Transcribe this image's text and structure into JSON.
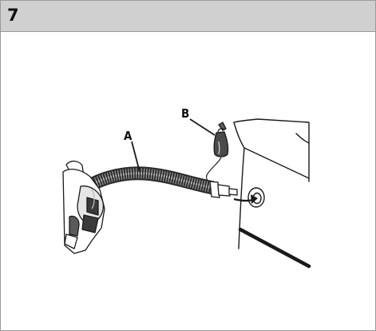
{
  "step": {
    "number": "7"
  },
  "diagram": {
    "callouts": [
      {
        "letter": "A",
        "part": "hose"
      },
      {
        "letter": "B",
        "part": "plug"
      }
    ],
    "colors": {
      "line": "#1a1a1a",
      "fill": "#ffffff",
      "shade": "#8c8c8c",
      "dark": "#3a3a3a",
      "header": "#d0d0d0"
    }
  }
}
